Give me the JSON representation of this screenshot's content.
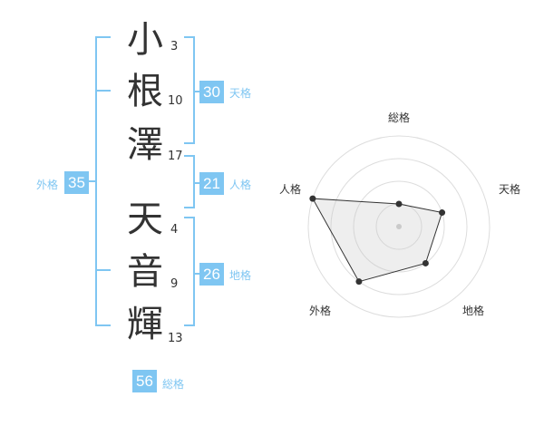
{
  "name": {
    "chars": [
      {
        "char": "小",
        "strokes": "3"
      },
      {
        "char": "根",
        "strokes": "10"
      },
      {
        "char": "澤",
        "strokes": "17"
      },
      {
        "char": "天",
        "strokes": "4"
      },
      {
        "char": "音",
        "strokes": "9"
      },
      {
        "char": "輝",
        "strokes": "13"
      }
    ]
  },
  "kakusu": {
    "tenkaku": {
      "value": "30",
      "label": "天格"
    },
    "jinkaku": {
      "value": "21",
      "label": "人格"
    },
    "chikaku": {
      "value": "26",
      "label": "地格"
    },
    "gaikaku": {
      "value": "35",
      "label": "外格"
    },
    "soukaku": {
      "value": "56",
      "label": "総格"
    }
  },
  "colors": {
    "accent": "#7fc6f2",
    "text": "#333333",
    "ring": "#dddddd"
  },
  "chart_data": {
    "type": "radar",
    "axes": [
      "総格",
      "天格",
      "地格",
      "外格",
      "人格"
    ],
    "values": [
      0.25,
      0.5,
      0.5,
      0.75,
      1.0
    ],
    "ring_count": 4,
    "max": 1.0
  }
}
